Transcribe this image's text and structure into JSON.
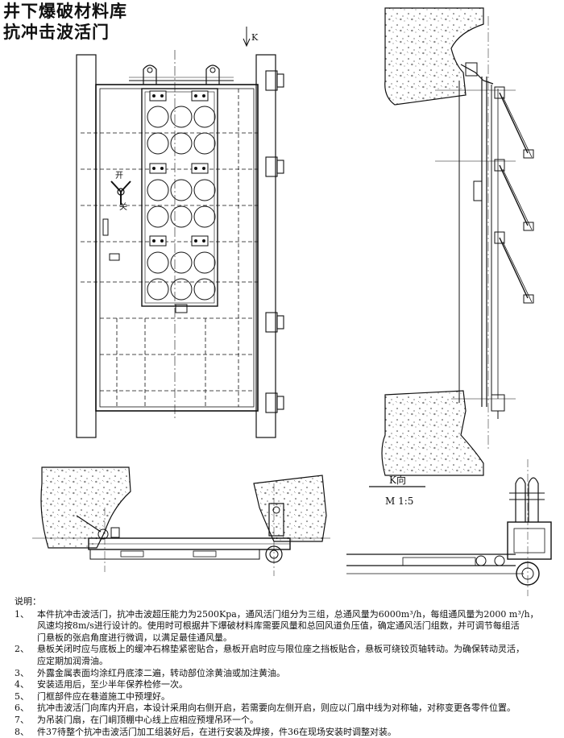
{
  "title": {
    "line1": "井下爆破材料库",
    "line2": "抗冲击波活门"
  },
  "drawing": {
    "k_marker": "K",
    "door_text_top": "开",
    "door_text_bottom": "关",
    "view_label": "K向",
    "scale_label": "M 1:5"
  },
  "notes": {
    "heading": "说明：",
    "items": [
      {
        "num": "1、",
        "lines": [
          "本件抗冲击波活门，抗冲击波超压能力为2500Kpa，通风活门组分为三组，总通风量为6000m³/h，每组通风量为2000 m³/h，",
          "风速均按8m/s进行设计的。使用时可根据井下爆破材料库需要风量和总回风道负压值，确定通风活门组数，并可调节每组活",
          "门悬板的张启角度进行微调，以满足最佳通风量。"
        ]
      },
      {
        "num": "2、",
        "lines": [
          "悬板关闭时应与底板上的缓冲石棉垫紧密贴合，悬板开启时应与限位座之挡板贴合，悬板可绕铰页轴转动。为确保转动灵活，",
          "应定期加润滑油。"
        ]
      },
      {
        "num": "3、",
        "lines": [
          "外露金属表面均涂红丹底漆二遍，转动部位涂黄油或加注黄油。"
        ]
      },
      {
        "num": "4、",
        "lines": [
          "安装适用后，至少半年保养检修一次。"
        ]
      },
      {
        "num": "5、",
        "lines": [
          "门框部件应在巷道施工中预埋好。"
        ]
      },
      {
        "num": "6、",
        "lines": [
          "抗冲击波活门向库内开启，本设计采用向右侧开启，若需要向左侧开启，则应以门扇中线为对称轴，对称变更各零件位置。"
        ]
      },
      {
        "num": "7、",
        "lines": [
          "为吊装门扇，在门峒顶棚中心线上应相应预埋吊环一个。"
        ]
      },
      {
        "num": "8、",
        "lines": [
          "件37待整个抗冲击波活门加工组装好后，在进行安装及焊接，件36在现场安装时调整对装。"
        ]
      }
    ]
  }
}
